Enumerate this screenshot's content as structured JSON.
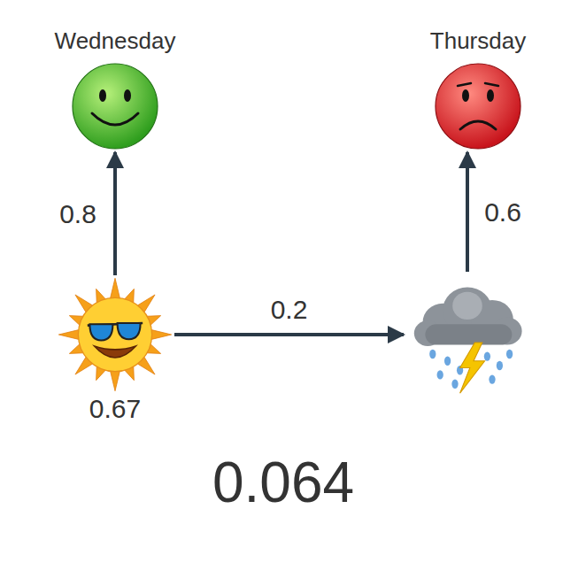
{
  "diagram": {
    "nodes": [
      {
        "text": [
          "Wednesday"
        ]
      },
      {
        "text": [
          "Thursday"
        ]
      },
      {
        "text": [
          "0.67"
        ]
      },
      {
        "text": []
      }
    ],
    "edges": [
      {
        "from": 2,
        "to": 0,
        "label": "0.8",
        "arrow": "to"
      },
      {
        "from": 2,
        "to": 3,
        "label": "0.2",
        "arrow": "to"
      },
      {
        "from": 3,
        "to": 1,
        "label": "0.6",
        "arrow": "to"
      }
    ],
    "labels": [
      "0.064"
    ]
  }
}
